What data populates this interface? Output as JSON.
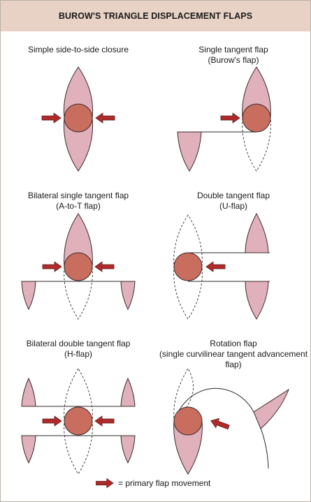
{
  "title": "BUROW'S TRIANGLE DISPLACEMENT FLAPS",
  "panels": [
    {
      "line1": "Simple side-to-side closure",
      "line2": ""
    },
    {
      "line1": "Single tangent flap",
      "line2": "(Burow's flap)"
    },
    {
      "line1": "Bilateral single tangent flap",
      "line2": "(A-to-T flap)"
    },
    {
      "line1": "Double tangent flap",
      "line2": "(U-flap)"
    },
    {
      "line1": "Bilateral double tangent flap",
      "line2": "(H-flap)"
    },
    {
      "line1": "Rotation flap",
      "line2": "(single curvilinear tangent advancement flap)"
    }
  ],
  "legend": {
    "text": "= primary flap movement",
    "icon": "red-arrow-icon"
  },
  "colors": {
    "triangle": "#e0b1bb",
    "defect": "#c96d5e",
    "arrow": "#b12a2a",
    "banner": "#e8d2c5"
  }
}
